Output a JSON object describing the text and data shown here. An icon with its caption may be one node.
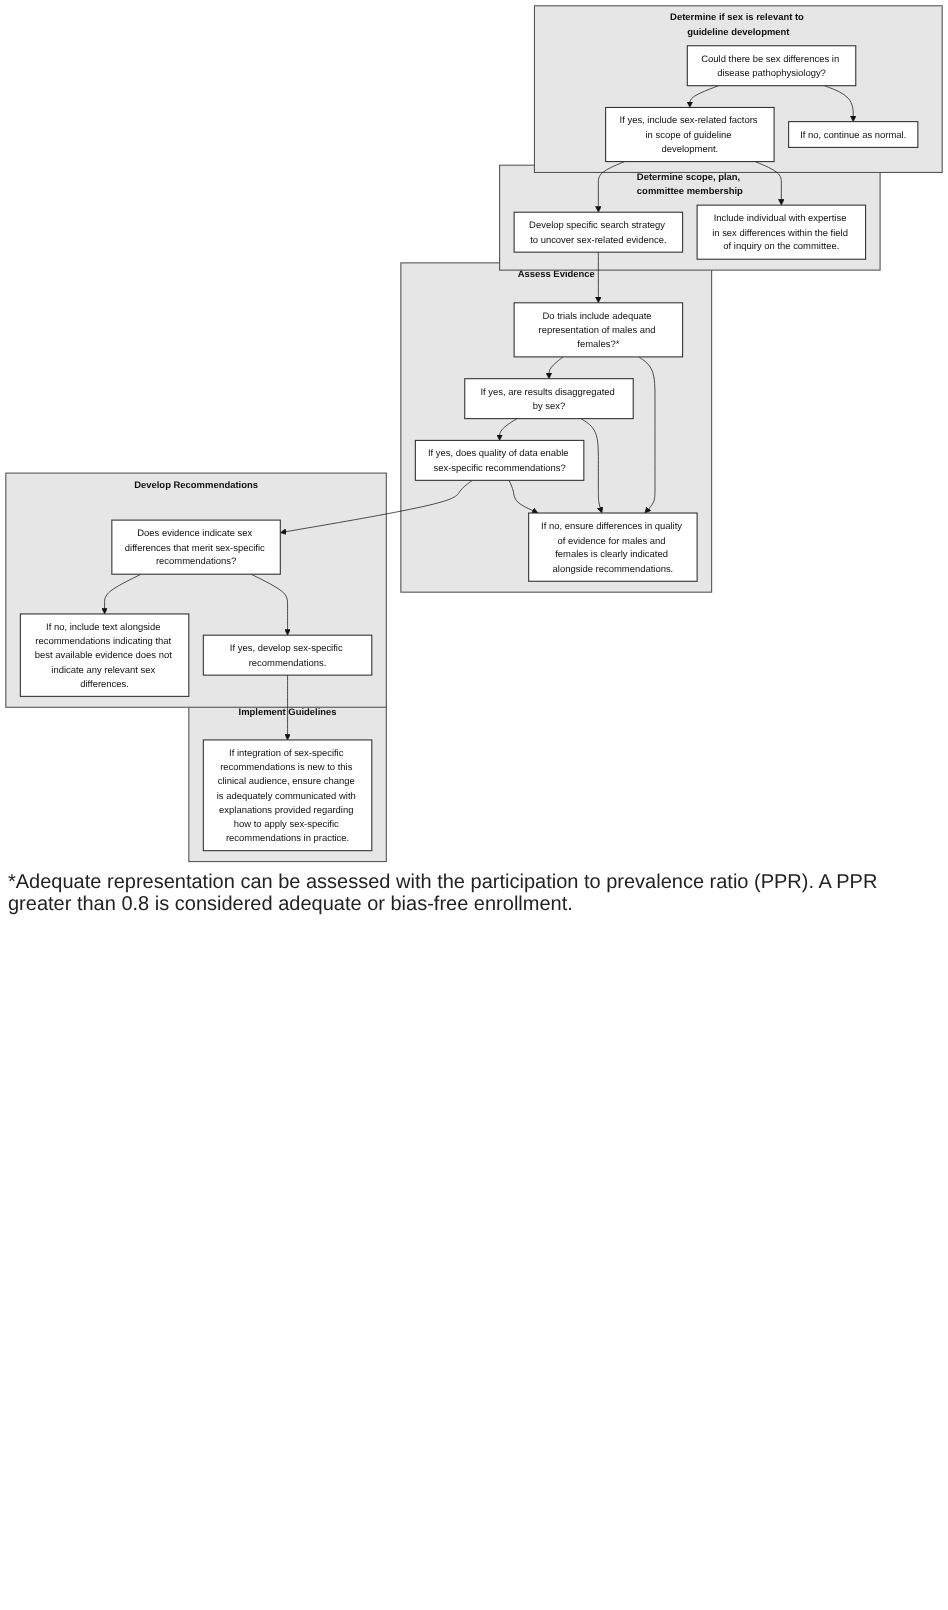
{
  "diagram": {
    "nodes": [
      {
        "text": [
          "Determine if sex is relevant to guideline development"
        ]
      },
      {
        "text": [
          "Could there be sex differences in disease pathophysiology?"
        ],
        "in": 0
      },
      {
        "text": [
          "If yes, include sex-related factors in scope of guideline development."
        ],
        "in": 0
      },
      {
        "text": [
          "If no, continue as normal."
        ],
        "in": 0
      },
      {
        "text": [
          "Determine scope, plan, committee membership"
        ]
      },
      {
        "text": [
          "Develop specific search strategy to uncover sex-related evidence."
        ],
        "in": 4
      },
      {
        "text": [
          "Include individual with expertise in sex differences within the field of inquiry on the committee."
        ],
        "in": 4
      },
      {
        "text": [
          "Assess Evidence"
        ]
      },
      {
        "text": [
          "Do trials include adequate representation of males and females?*"
        ],
        "in": 7
      },
      {
        "text": [
          "If yes, are results disaggregated by sex?"
        ],
        "in": 7
      },
      {
        "text": [
          "If yes, does quality of data enable sex-specific recommendations?"
        ],
        "in": 7
      },
      {
        "text": [
          "If no, ensure differences in quality of evidence for males and females is clearly indicated alongside recommendations."
        ],
        "in": 7
      },
      {
        "text": [
          "Develop Recommendations"
        ]
      },
      {
        "text": [
          "Does evidence indicate sex differences that merit sex-specific recommendations?"
        ],
        "in": 12
      },
      {
        "text": [
          "If no, include text alongside recommendations indicating that best available evidence does not indicate any relevant sex differences."
        ],
        "in": 12
      },
      {
        "text": [
          "If yes, develop sex-specific recommendations."
        ],
        "in": 12
      },
      {
        "text": [
          "Implement Guidelines"
        ]
      },
      {
        "text": [
          "If integration of sex-specific recommendations is new to this clinical audience, ensure change is adequately communicated with explanations provided regarding how to apply sex-specific recommendations in practice."
        ],
        "in": 16
      }
    ],
    "edges": [
      {
        "from": 1,
        "to": 2,
        "arrow": "to"
      },
      {
        "from": 1,
        "to": 3,
        "arrow": "to"
      },
      {
        "from": 2,
        "to": 5,
        "arrow": "to"
      },
      {
        "from": 2,
        "to": 6,
        "arrow": "to"
      },
      {
        "from": 5,
        "to": 8,
        "arrow": "to"
      },
      {
        "from": 8,
        "to": 9,
        "arrow": "to"
      },
      {
        "from": 9,
        "to": 10,
        "arrow": "to"
      },
      {
        "from": 8,
        "to": 11,
        "arrow": "to"
      },
      {
        "from": 9,
        "to": 11,
        "arrow": "to"
      },
      {
        "from": 10,
        "to": 11,
        "arrow": "to"
      },
      {
        "from": 10,
        "to": 13,
        "arrow": "to"
      },
      {
        "from": 13,
        "to": 14,
        "arrow": "to"
      },
      {
        "from": 13,
        "to": 15,
        "arrow": "to"
      },
      {
        "from": 15,
        "to": 17,
        "arrow": "to"
      }
    ],
    "labels": [
      "*Adequate representation can be assessed with the participation to prevalence ratio (PPR). A PPR greater than 0.8 is considered adequate or bias-free enrollment."
    ]
  }
}
